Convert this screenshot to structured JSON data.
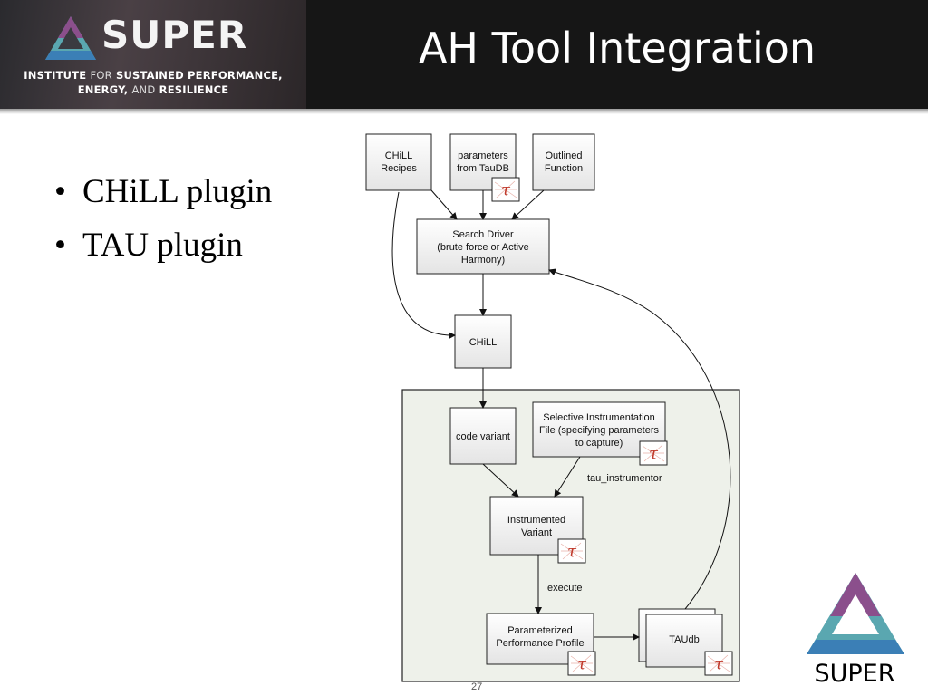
{
  "header": {
    "logo_word": "SUPER",
    "logo_line1_bold": "INSTITUTE",
    "logo_line1_light": "FOR",
    "logo_line1_rest": "SUSTAINED PERFORMANCE,",
    "logo_line2_bold1": "ENERGY,",
    "logo_line2_light": "AND",
    "logo_line2_bold2": "RESILIENCE",
    "title": "AH Tool Integration"
  },
  "bullets": [
    "CHiLL plugin",
    "TAU plugin"
  ],
  "diagram": {
    "chill_recipes": [
      "CHiLL",
      "Recipes"
    ],
    "params_taudb": [
      "parameters",
      "from TauDB"
    ],
    "outlined_function": [
      "Outlined",
      "Function"
    ],
    "search_driver": [
      "Search Driver",
      "(brute force or Active",
      "Harmony)"
    ],
    "chill": "CHiLL",
    "code_variant": "code variant",
    "selective_instr": [
      "Selective Instrumentation",
      "File (specifying parameters",
      "to capture)"
    ],
    "tau_instrumentor": "tau_instrumentor",
    "instrumented_variant": [
      "Instrumented",
      "Variant"
    ],
    "execute": "execute",
    "param_profile": [
      "Parameterized",
      "Performance Profile"
    ],
    "taudb": "TAUdb",
    "tau_symbol": "τ"
  },
  "footer": {
    "logo_text": "SUPER",
    "page_number": "27"
  },
  "colors": {
    "header_bg": "#161616",
    "panel_bg": "#eef1ea",
    "tau_red": "#c0392b",
    "logo_purple": "#8b4f8c",
    "logo_teal": "#5aa7b0",
    "logo_blue": "#3b7fb6"
  }
}
